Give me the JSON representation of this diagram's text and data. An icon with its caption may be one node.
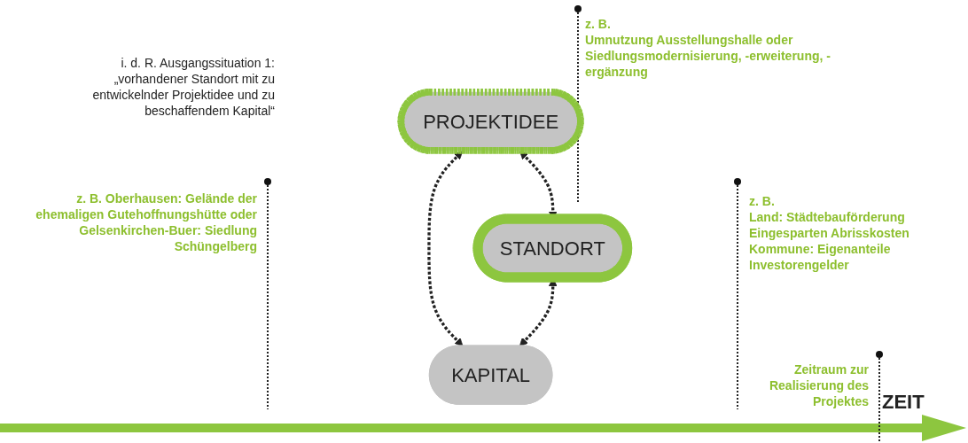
{
  "diagram": {
    "nodes": [
      {
        "text": [
          "PROJEKTIDEE"
        ]
      },
      {
        "text": [
          "STANDORT"
        ]
      },
      {
        "text": [
          "KAPITAL"
        ]
      }
    ],
    "edges": [
      {
        "from": 0,
        "to": 1,
        "arrow": "both",
        "style": "dashed"
      },
      {
        "from": 0,
        "to": 2,
        "arrow": "both",
        "style": "dashed"
      },
      {
        "from": 1,
        "to": 2,
        "arrow": "both",
        "style": "dashed"
      }
    ],
    "labels": [
      "i. d. R. Ausgangssituation 1: „vorhandener Standort mit zu entwickelnder Projektidee und zu beschaffendem Kapital“",
      "z. B. Oberhausen: Gelände der ehemaligen Gutehoffnungshütte oder Gelsenkirchen-Buer: Siedlung Schüngelberg",
      "z. B.",
      "Umnutzung Ausstellungshalle oder Siedlungsmodernisierung, -erweiterung, -ergänzung",
      "z. B.",
      "Land: Städtebauförderung",
      "Eingesparten Abrisskosten",
      "Kommune: Eigenanteile",
      "Investorengelder",
      "Zeitraum zur Realisierung des Projektes",
      "ZEIT"
    ]
  }
}
